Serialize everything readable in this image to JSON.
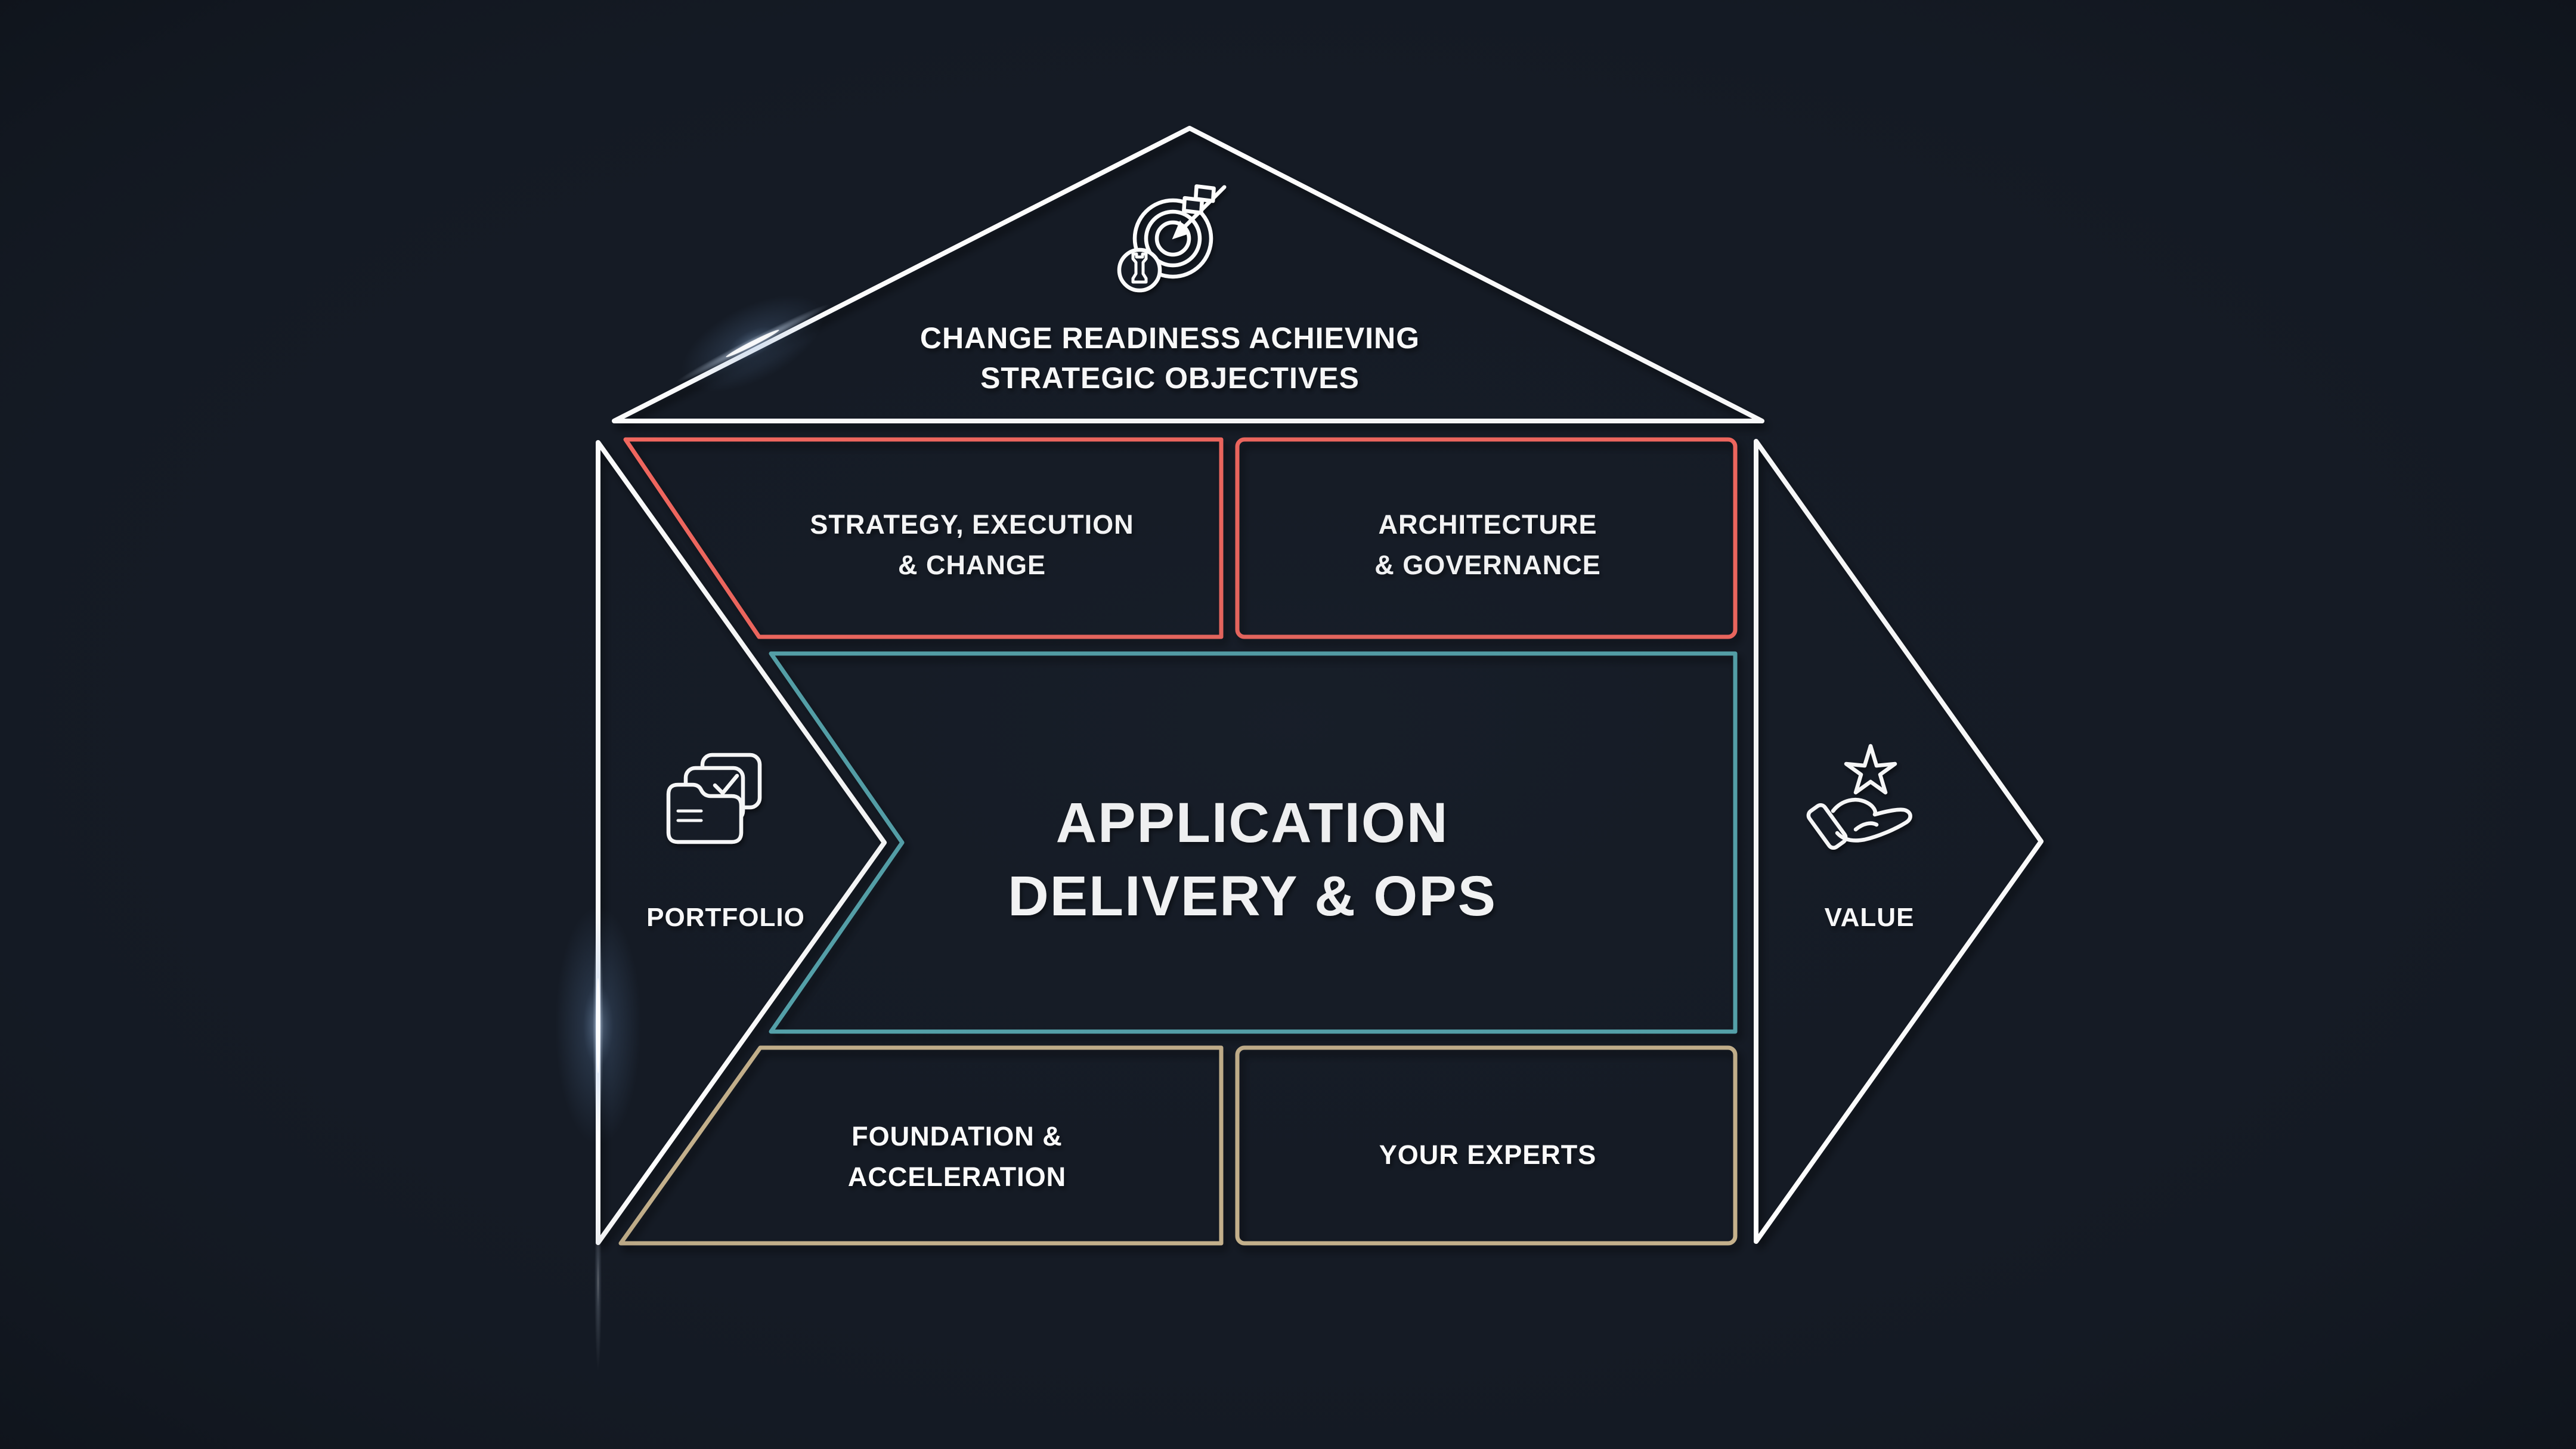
{
  "title": "Change readiness operating-model house diagram",
  "colors": {
    "background": "#151B25",
    "white": "#FFFFFF",
    "coral": "#F4685E",
    "teal": "#57A4AC",
    "tan": "#C5B18C"
  },
  "roof": {
    "icon": "target-arrow-chess-icon",
    "line1": "CHANGE READINESS ACHIEVING",
    "line2": "STRATEGIC OBJECTIVES"
  },
  "left_arrow": {
    "icon": "folder-stack-check-icon",
    "label": "PORTFOLIO"
  },
  "right_arrow": {
    "icon": "hand-holding-star-icon",
    "label": "VALUE"
  },
  "boxes": {
    "strategy": {
      "line1": "STRATEGY, EXECUTION",
      "line2": "& CHANGE"
    },
    "architecture": {
      "line1": "ARCHITECTURE",
      "line2": "& GOVERNANCE"
    },
    "application": {
      "line1": "APPLICATION",
      "line2": "DELIVERY & OPS"
    },
    "foundation": {
      "line1": "FOUNDATION &",
      "line2": "ACCELERATION"
    },
    "experts": {
      "label": "YOUR EXPERTS"
    }
  }
}
